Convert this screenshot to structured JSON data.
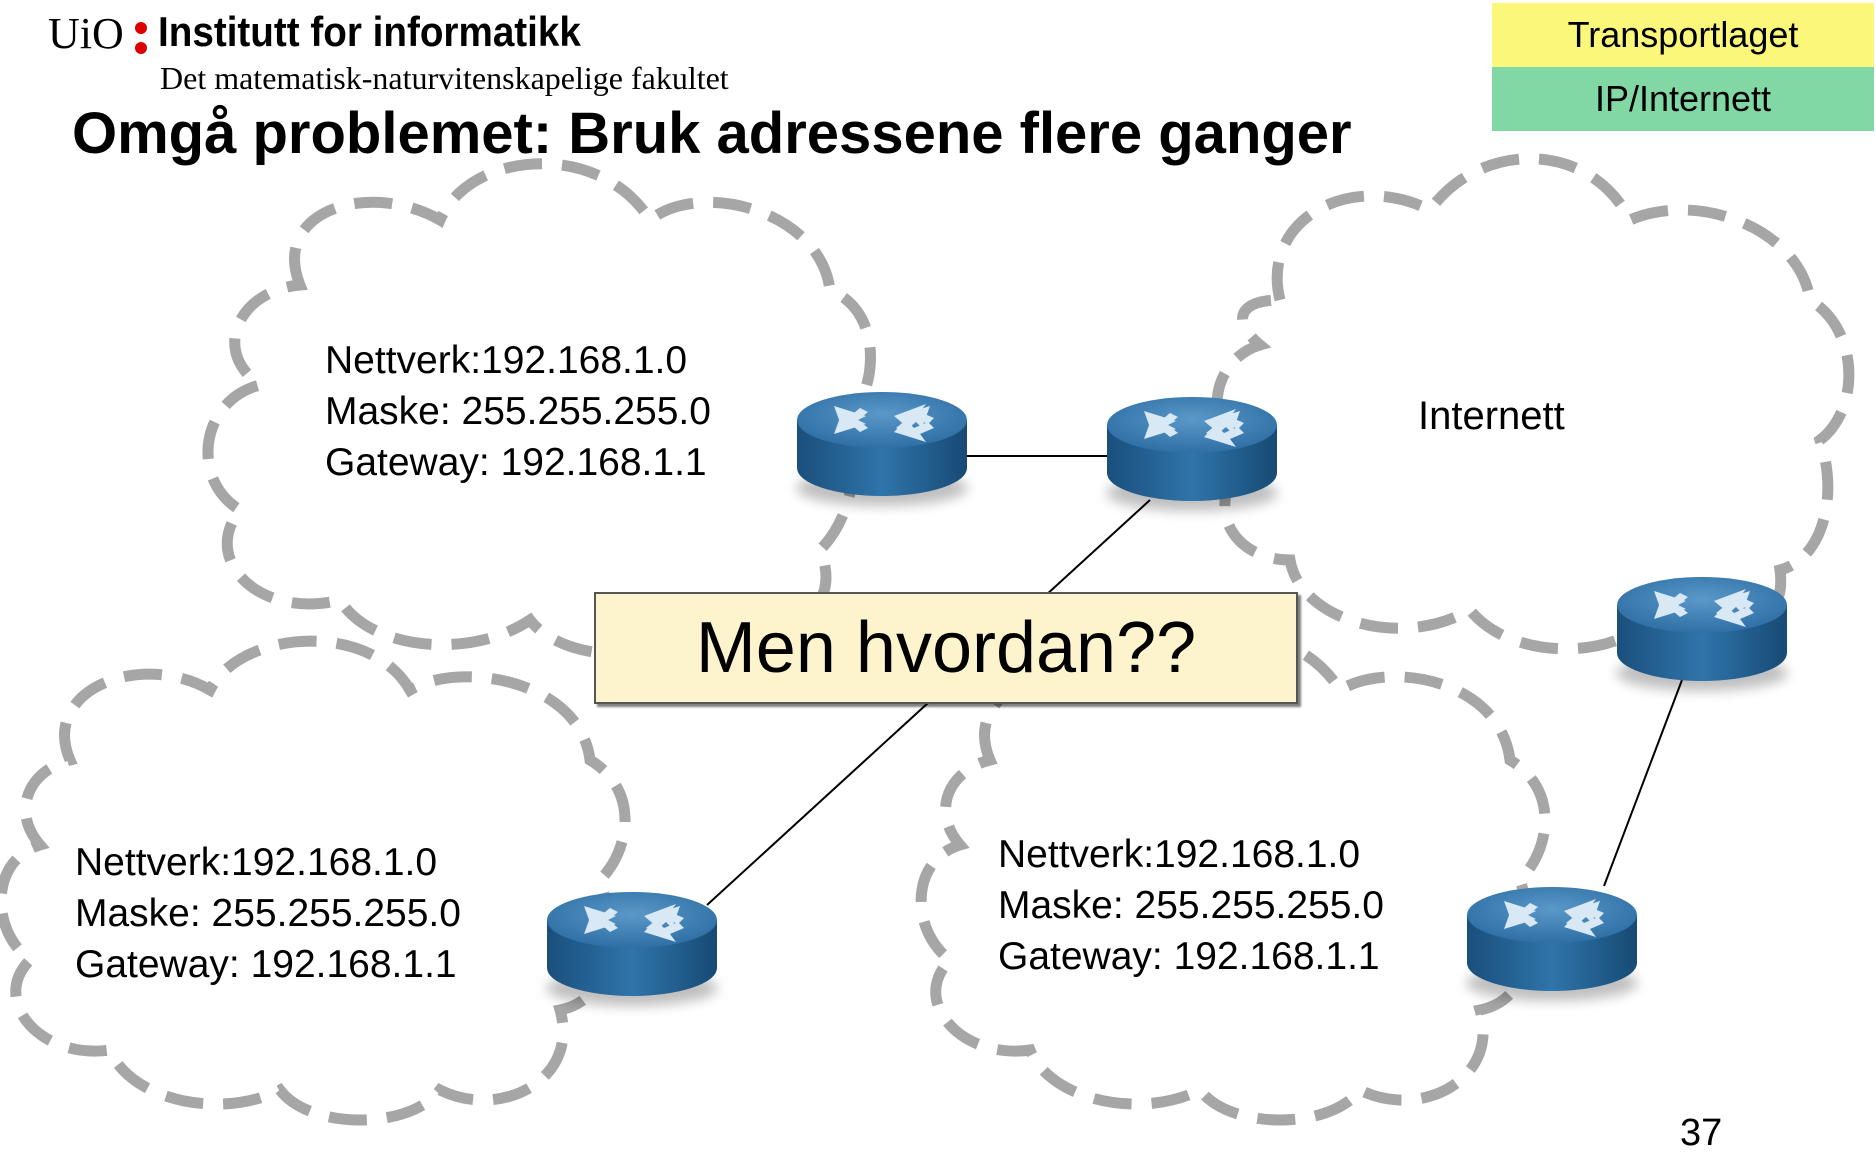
{
  "header": {
    "uio_logo": "UiO",
    "institute": "Institutt for informatikk",
    "faculty": "Det matematisk-naturvitenskapelige fakultet"
  },
  "title": "Omgå problemet: Bruk adressene flere ganger",
  "layers": {
    "top": "Transportlaget",
    "bottom": "IP/Internett"
  },
  "networks": [
    {
      "network": "Nettverk:192.168.1.0",
      "mask": "Maske: 255.255.255.0",
      "gateway": "Gateway: 192.168.1.1"
    },
    {
      "network": "Nettverk:192.168.1.0",
      "mask": "Maske: 255.255.255.0",
      "gateway": "Gateway: 192.168.1.1"
    },
    {
      "network": "Nettverk:192.168.1.0",
      "mask": "Maske: 255.255.255.0",
      "gateway": "Gateway: 192.168.1.1"
    }
  ],
  "internet_label": "Internett",
  "callout": "Men hvordan??",
  "page_number": "37",
  "colors": {
    "layer_top": "#faf77a",
    "layer_bottom": "#81d8a4",
    "cloud_stroke": "#a6a6a6",
    "router_top": "#4a86b8",
    "router_side": "#1f5d8e",
    "callout_fill": "#fdf3cc",
    "uio_red": "#dd0000"
  },
  "icons": [
    "router-icon",
    "cloud-shape"
  ]
}
